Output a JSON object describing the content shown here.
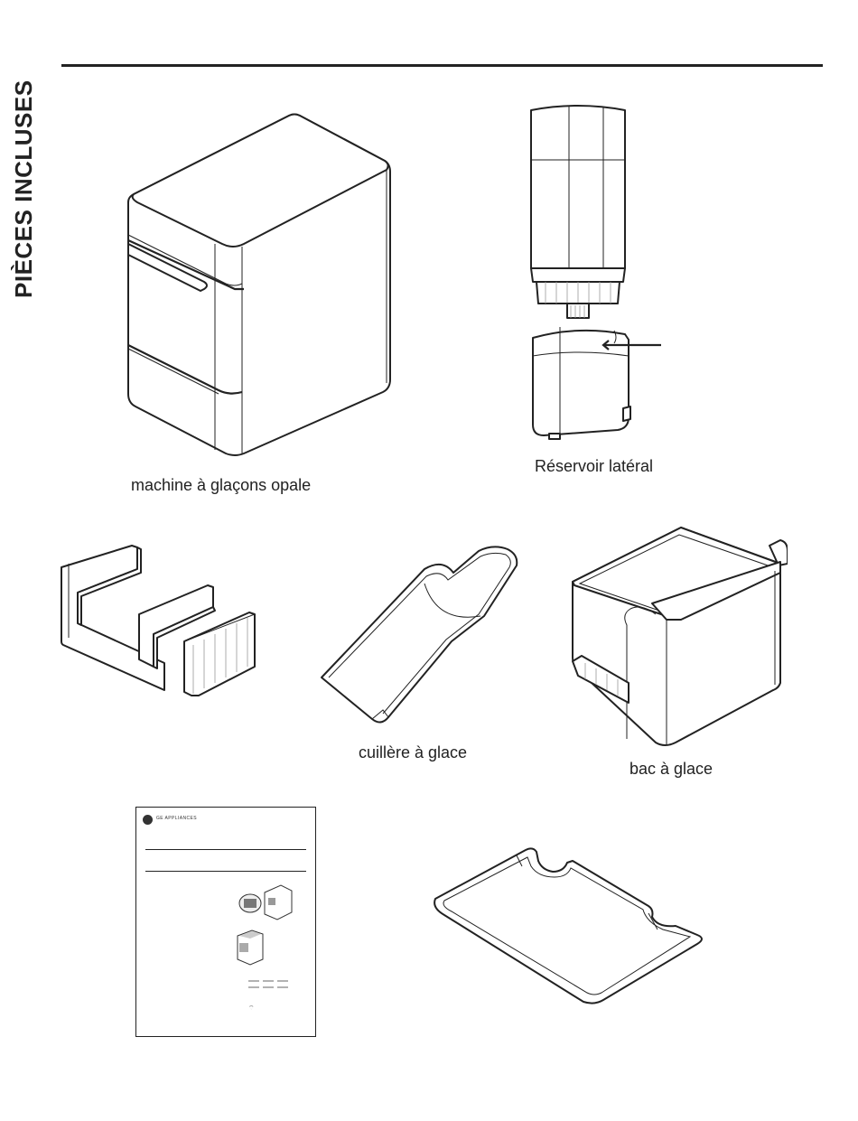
{
  "section_title": "PIÈCES INCLUSES",
  "parts": {
    "ice_maker": {
      "label": "machine à glaçons opale"
    },
    "side_tank": {
      "label": "Réservoir latéral"
    },
    "scoop_holder": {
      "label": ""
    },
    "ice_scoop": {
      "label": "cuillère à glace"
    },
    "ice_bin": {
      "label": "bac à glace"
    },
    "manual": {
      "label": "",
      "brand": "GE APPLIANCES"
    },
    "drip_tray": {
      "label": ""
    }
  }
}
